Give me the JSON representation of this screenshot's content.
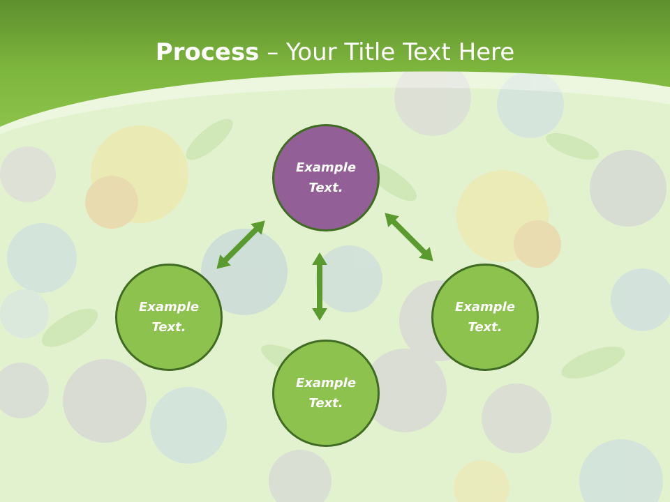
{
  "slide": {
    "title_bold": "Process",
    "title_rest": " – Your Title Text Here"
  },
  "colors": {
    "header_green": "#7fb93c",
    "node_green": "#8dc24f",
    "node_purple": "#935f97",
    "node_border": "#3f6b22",
    "arrow_green": "#5b9a2f"
  },
  "diagram": {
    "center": {
      "label": "Example Text."
    },
    "left": {
      "label": "Example Text."
    },
    "bottom": {
      "label": "Example Text."
    },
    "right": {
      "label": "Example Text."
    }
  }
}
